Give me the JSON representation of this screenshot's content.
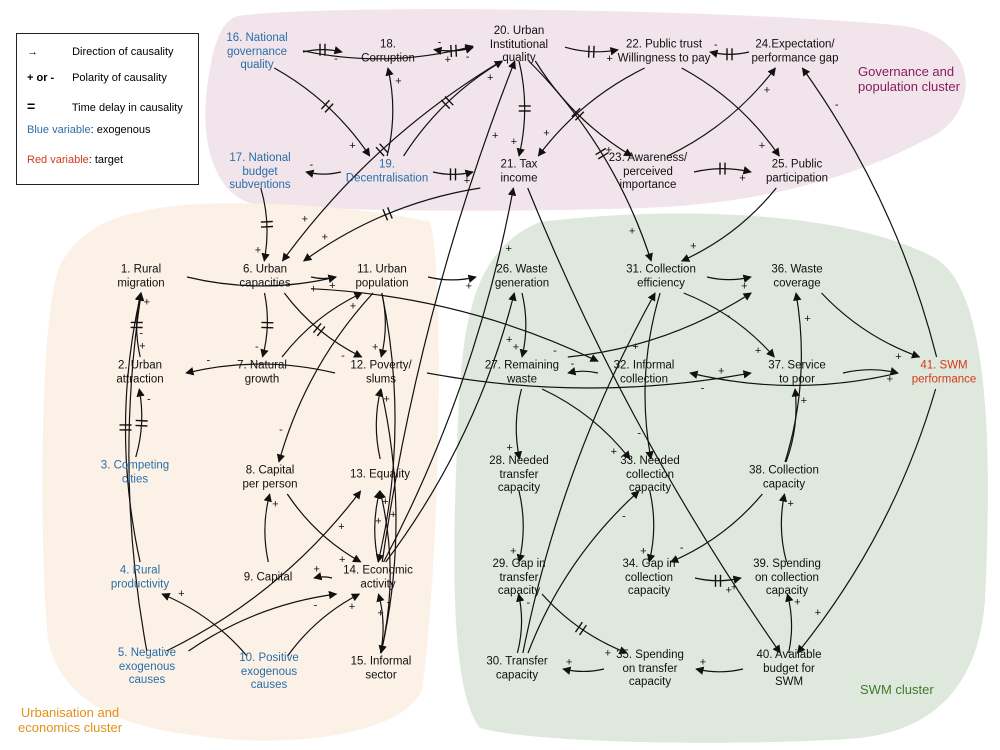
{
  "legend": {
    "arrow_label": "Direction of causality",
    "polarity_symbol": "+ or -",
    "polarity_label": "Polarity of causality",
    "delay_symbol": "=",
    "delay_label": "Time delay in causality",
    "blue_prefix": "Blue variable",
    "blue_suffix": ": exogenous",
    "red_prefix": "Red variable",
    "red_suffix": ": target"
  },
  "clusters": {
    "governance": "Governance and\npopulation cluster",
    "urbanisation": "Urbanisation and\neconomics cluster",
    "swm": "SWM cluster"
  },
  "colors": {
    "exogenous": "#2a6ea6",
    "target": "#d33a1c",
    "governance_bg": "#f1e4ea",
    "urbanisation_bg": "#fcf1e6",
    "swm_bg": "#dfe8dc",
    "governance_text": "#8a1c5c",
    "urbanisation_text": "#e39019",
    "swm_text": "#3f7a2e"
  },
  "nodes": {
    "n1": "1. Rural\nmigration",
    "n2": "2. Urban\nattraction",
    "n3": "3. Competing\ncities",
    "n4": "4. Rural\nproductivity",
    "n5": "5. Negative\nexogenous\ncauses",
    "n6": "6. Urban\ncapacities",
    "n7": "7. Natural\ngrowth",
    "n8": "8. Capital\nper person",
    "n9": "9. Capital",
    "n10": "10. Positive\nexogenous\ncauses",
    "n11": "11. Urban\npopulation",
    "n12": "12. Poverty/\nslums",
    "n13": "13. Equality",
    "n14": "14. Economic\nactivity",
    "n15": "15. Informal\nsector",
    "n16": "16. National\ngovernance\nquality",
    "n17": "17. National\nbudget\nsubventions",
    "n18": "18.\nCorruption",
    "n19": "19.\nDecentralisation",
    "n20": "20. Urban\nInstitutional\nquality",
    "n21": "21. Tax\nincome",
    "n22": "22.  Public trust\nWillingness to pay",
    "n23": "23. Awareness/\nperceived\nimportance",
    "n24": "24.Expectation/\nperformance gap",
    "n25": "25. Public\nparticipation",
    "n26": "26. Waste\ngeneration",
    "n27": "27. Remaining\nwaste",
    "n28": "28. Needed\ntransfer\ncapacity",
    "n29": "29. Gap in\ntransfer\ncapacity",
    "n30": "30. Transfer\ncapacity",
    "n31": "31. Collection\nefficiency",
    "n32": "32. Informal\ncollection",
    "n33": "33. Needed\ncollection\ncapacity",
    "n34": "34. Gap in\ncollection\ncapacity",
    "n35": "35. Spending\non transfer\ncapacity",
    "n36": "36. Waste\ncoverage",
    "n37": "37. Service\nto poor",
    "n38": "38. Collection\ncapacity",
    "n39": "39. Spending\non collection\ncapacity",
    "n40": "40. Available\nbudget for\nSWM",
    "n41": "41. SWM\nperformance"
  },
  "node_type": {
    "n3": "exo",
    "n4": "exo",
    "n5": "exo",
    "n10": "exo",
    "n16": "exo",
    "n17": "exo",
    "n19": "exo",
    "n41": "target"
  },
  "links": [
    [
      "n16",
      "n18",
      "-",
      true
    ],
    [
      "n16",
      "n20",
      "+",
      false
    ],
    [
      "n16",
      "n19",
      "+",
      true
    ],
    [
      "n18",
      "n20",
      "-",
      true
    ],
    [
      "n20",
      "n18",
      "-",
      false
    ],
    [
      "n19",
      "n18",
      "+",
      false
    ],
    [
      "n19",
      "n17",
      "-",
      false
    ],
    [
      "n19",
      "n21",
      "+",
      true
    ],
    [
      "n19",
      "n20",
      "+",
      true
    ],
    [
      "n20",
      "n22",
      "+",
      true
    ],
    [
      "n24",
      "n22",
      "-",
      true
    ],
    [
      "n20",
      "n23",
      "+",
      true
    ],
    [
      "n20",
      "n21",
      "+",
      true
    ],
    [
      "n22",
      "n21",
      "+",
      false
    ],
    [
      "n23",
      "n25",
      "+",
      true
    ],
    [
      "n23",
      "n24",
      "+",
      false
    ],
    [
      "n22",
      "n25",
      "+",
      false
    ],
    [
      "n41",
      "n24",
      "-",
      false
    ],
    [
      "n20",
      "n31",
      "+",
      true
    ],
    [
      "n21",
      "n6",
      "+",
      true
    ],
    [
      "n17",
      "n6",
      "+",
      true
    ],
    [
      "n20",
      "n6",
      "+",
      true
    ],
    [
      "n25",
      "n31",
      "+",
      false
    ],
    [
      "n6",
      "n11",
      "+",
      false
    ],
    [
      "n6",
      "n7",
      "-",
      true
    ],
    [
      "n6",
      "n12",
      "-",
      true
    ],
    [
      "n6",
      "n32",
      "-",
      false
    ],
    [
      "n1",
      "n11",
      "+",
      false
    ],
    [
      "n2",
      "n1",
      "+",
      true
    ],
    [
      "n3",
      "n2",
      "-",
      true
    ],
    [
      "n4",
      "n1",
      "-",
      true
    ],
    [
      "n12",
      "n2",
      "-",
      false
    ],
    [
      "n11",
      "n12",
      "+",
      false
    ],
    [
      "n11",
      "n26",
      "+",
      false
    ],
    [
      "n11",
      "n14",
      "+",
      false
    ],
    [
      "n11",
      "n8",
      "-",
      false
    ],
    [
      "n7",
      "n11",
      "+",
      false
    ],
    [
      "n12",
      "n37",
      "-",
      false
    ],
    [
      "n13",
      "n12",
      "+",
      false
    ],
    [
      "n8",
      "n14",
      "+",
      false
    ],
    [
      "n9",
      "n8",
      "+",
      false
    ],
    [
      "n14",
      "n9",
      "+",
      false
    ],
    [
      "n14",
      "n13",
      "+",
      false
    ],
    [
      "n15",
      "n14",
      "-",
      false
    ],
    [
      "n12",
      "n15",
      "+",
      false
    ],
    [
      "n15",
      "n13",
      "+",
      false
    ],
    [
      "n5",
      "n14",
      "-",
      false
    ],
    [
      "n5",
      "n13",
      "+",
      false
    ],
    [
      "n10",
      "n14",
      "+",
      false
    ],
    [
      "n10",
      "n4",
      "+",
      false
    ],
    [
      "n5",
      "n1",
      "+",
      false
    ],
    [
      "n14",
      "n26",
      "+",
      false
    ],
    [
      "n14",
      "n20",
      "+",
      false
    ],
    [
      "n14",
      "n21",
      "+",
      false
    ],
    [
      "n26",
      "n27",
      "+",
      false
    ],
    [
      "n27",
      "n28",
      "+",
      false
    ],
    [
      "n27",
      "n33",
      "+",
      false
    ],
    [
      "n32",
      "n27",
      "-",
      false
    ],
    [
      "n28",
      "n29",
      "+",
      false
    ],
    [
      "n29",
      "n35",
      "+",
      true
    ],
    [
      "n35",
      "n30",
      "+",
      false
    ],
    [
      "n30",
      "n29",
      "-",
      false
    ],
    [
      "n30",
      "n31",
      "+",
      false
    ],
    [
      "n31",
      "n36",
      "+",
      false
    ],
    [
      "n31",
      "n37",
      "+",
      false
    ],
    [
      "n31",
      "n33",
      "-",
      false
    ],
    [
      "n33",
      "n34",
      "+",
      false
    ],
    [
      "n34",
      "n39",
      "+",
      true
    ],
    [
      "n39",
      "n38",
      "+",
      false
    ],
    [
      "n38",
      "n37",
      "+",
      false
    ],
    [
      "n38",
      "n34",
      "-",
      false
    ],
    [
      "n38",
      "n36",
      "+",
      false
    ],
    [
      "n37",
      "n41",
      "+",
      false
    ],
    [
      "n36",
      "n41",
      "+",
      false
    ],
    [
      "n41",
      "n40",
      "+",
      false
    ],
    [
      "n40",
      "n39",
      "+",
      false
    ],
    [
      "n40",
      "n35",
      "+",
      false
    ],
    [
      "n21",
      "n40",
      "+",
      false
    ],
    [
      "n41",
      "n32",
      "+",
      false
    ],
    [
      "n27",
      "n36",
      "-",
      false
    ],
    [
      "n30",
      "n33",
      "-",
      false
    ]
  ]
}
